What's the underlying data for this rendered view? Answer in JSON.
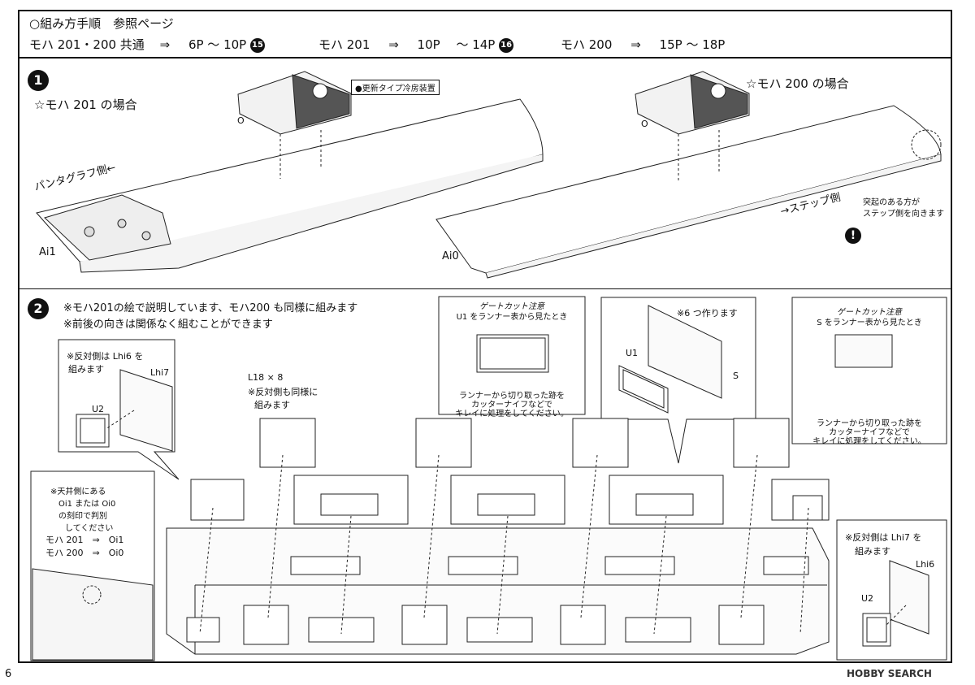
{
  "header": {
    "title": "○組み方手順　参照ページ",
    "row1": {
      "label": "モハ 201・200 共通",
      "arrow": "⇒",
      "pages": "6P 〜 10P",
      "badge": "15"
    },
    "row2": {
      "label": "モハ 201",
      "arrow": "⇒",
      "pages": "10P　 〜 14P",
      "badge": "16"
    },
    "row3": {
      "label": "モハ 200",
      "arrow": "⇒",
      "pages": "15P 〜 18P"
    }
  },
  "step1": {
    "number": "1",
    "moha201_title": "☆モハ 201 の場合",
    "moha200_title": "☆モハ 200 の場合",
    "badge_text": "●更新タイプ冷房装置",
    "part_o_left": "O",
    "part_o_right": "O",
    "pantograph_side": "パンタグラフ側←",
    "step_side": "→ステップ側",
    "part_ai1": "Ai1",
    "part_ai0": "Ai0",
    "note_line1": "突起のある方が",
    "note_line2": "ステップ側を向きます",
    "warn_icon": "!"
  },
  "step2": {
    "number": "2",
    "note1": "※モハ201の絵で説明しています、モハ200 も同様に組みます",
    "note2": "※前後の向きは関係なく組むことができます",
    "left_box": {
      "line1": "※反対側は Lhi6 を",
      "line2": "組みます",
      "part_lhi7": "Lhi7",
      "part_u2": "U2"
    },
    "l18": {
      "line1": "L18 × 8",
      "line2": "※反対側も同様に",
      "line3": "組みます"
    },
    "gate_u1": {
      "title": "ゲートカット注意",
      "sub": "U1 をランナー表から見たとき",
      "line1": "ランナーから切り取った跡を",
      "line2": "カッターナイフなどで",
      "line3": "キレイに処理をしてください。"
    },
    "make6": "※6 つ作ります",
    "part_u1": "U1",
    "part_s": "S",
    "gate_s": {
      "title": "ゲートカット注意",
      "sub": "S をランナー表から見たとき",
      "line1": "ランナーから切り取った跡を",
      "line2": "カッターナイフなどで",
      "line3": "キレイに処理をしてください。"
    },
    "ceiling_box": {
      "line1": "※天井側にある",
      "line2": "Oi1 または Oi0",
      "line3": "の刻印で判別",
      "line4": "してください",
      "row1": "モハ 201　⇒　Oi1",
      "row2": "モハ 200　⇒　Oi0"
    },
    "right_box": {
      "line1": "※反対側は Lhi7 を",
      "line2": "組みます",
      "part_lhi6": "Lhi6",
      "part_u2": "U2"
    }
  },
  "footer": {
    "page_number": "6",
    "watermark": "HOBBY SEARCH"
  }
}
